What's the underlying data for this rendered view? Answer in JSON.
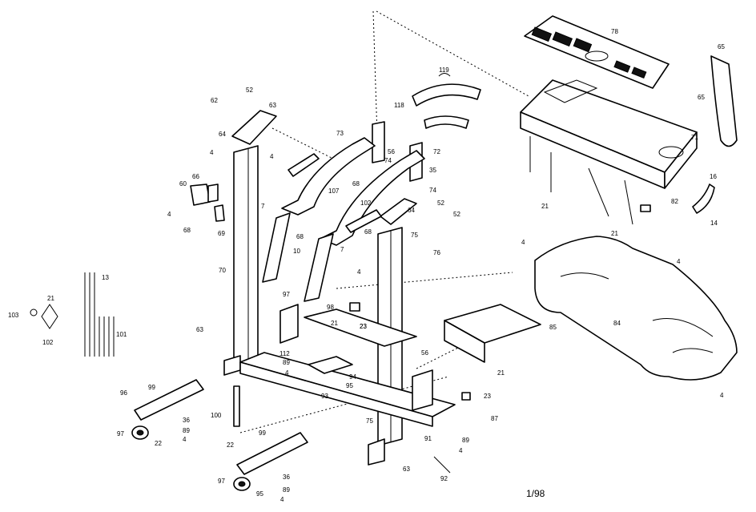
{
  "labels": {
    "L1": "52",
    "L2": "62",
    "L3": "63",
    "L4": "64",
    "L5": "4",
    "L6": "4",
    "L7": "66",
    "L8": "60",
    "L9": "4",
    "L10": "68",
    "L11": "69",
    "L12": "7",
    "L13": "70",
    "L14": "73",
    "L15": "56",
    "L16": "74",
    "L17": "68",
    "L18": "107",
    "L19": "72",
    "L20": "35",
    "L21": "74",
    "L22": "52",
    "L23": "102",
    "L24": "64",
    "L25": "52",
    "L26": "68",
    "L27": "68",
    "L28": "10",
    "L29": "75",
    "L30": "76",
    "L31": "7",
    "L32": "4",
    "L33": "118",
    "L34": "119",
    "L35": "78",
    "L36": "65",
    "L37": "65",
    "L38": "71",
    "L39": "16",
    "L40": "82",
    "L41": "14",
    "L42": "21",
    "L43": "21",
    "L44": "4",
    "L45": "4",
    "L46": "84",
    "L47": "4",
    "L48": "85",
    "L49": "21",
    "L50": "23",
    "L51": "13",
    "L52": "21",
    "L53": "103",
    "L54": "102",
    "L55": "101",
    "L56": "97",
    "L57": "98",
    "L58": "23",
    "L59": "21",
    "L60": "63",
    "L61": "112",
    "L62": "89",
    "L63": "4",
    "L64": "94",
    "L65": "95",
    "L66": "93",
    "L67": "75",
    "L68": "56",
    "L69": "23",
    "L70": "87",
    "L71": "99",
    "L72": "96",
    "L73": "36",
    "L74": "89",
    "L75": "4",
    "L76": "97",
    "L77": "22",
    "L78": "100",
    "L79": "22",
    "L80": "99",
    "L81": "91",
    "L82": "89",
    "L83": "4",
    "L84": "63",
    "L85": "92",
    "L86": "36",
    "L87": "89",
    "L88": "4",
    "L89": "97",
    "L90": "95",
    "L91": "1/98"
  },
  "page_code": "1/98"
}
